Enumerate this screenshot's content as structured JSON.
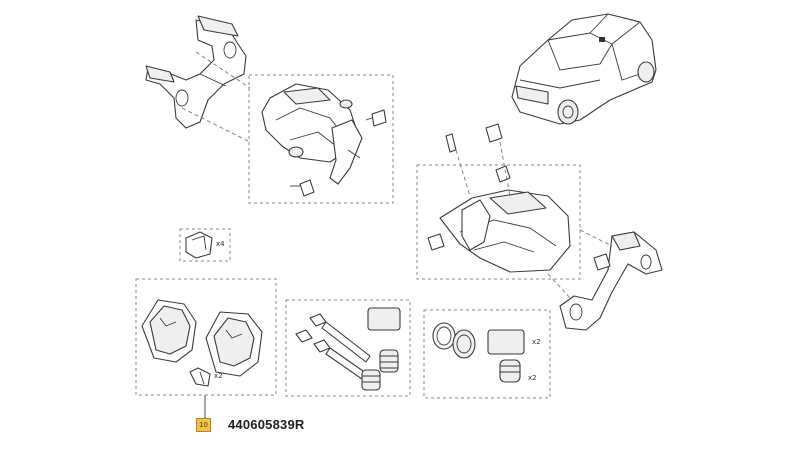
{
  "callout": {
    "number": "10"
  },
  "part_reference": "440605839R",
  "quantities": {
    "clips": "x4",
    "pad_bolts": "x2",
    "seal_kit": "x2",
    "boots": "x2"
  }
}
